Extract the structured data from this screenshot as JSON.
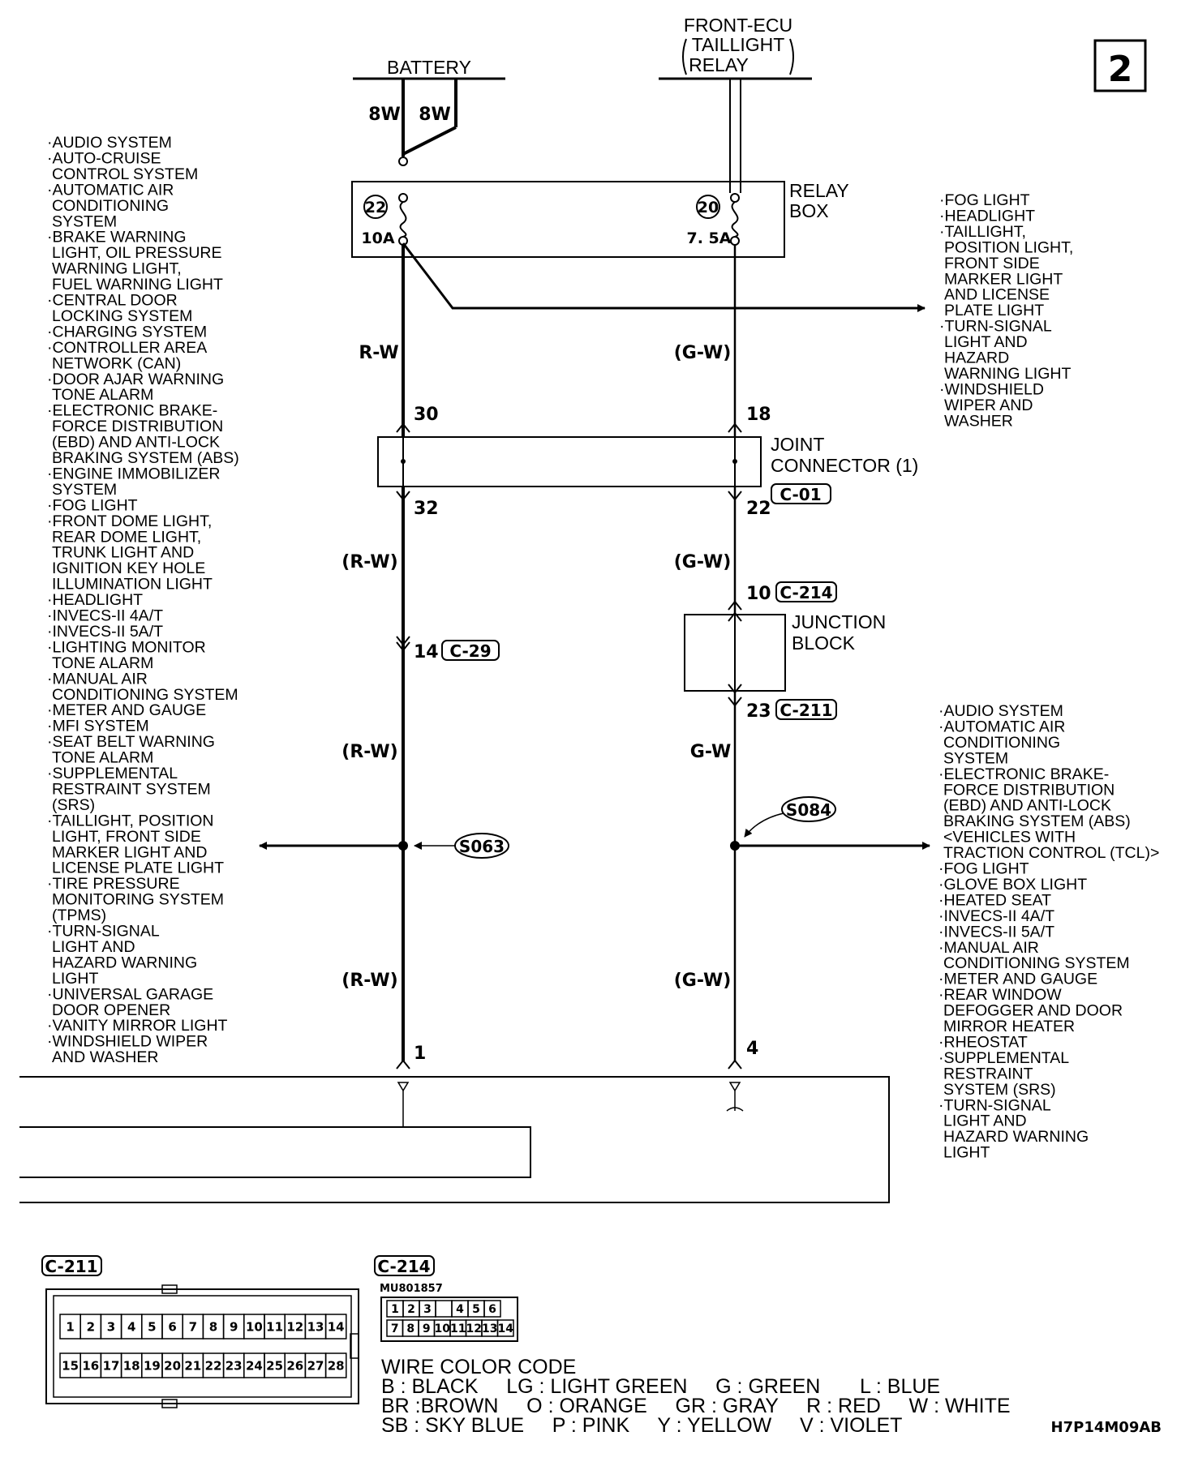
{
  "page_number": "2",
  "sources": {
    "battery": "BATTERY",
    "front_ecu_line1": "FRONT-ECU",
    "front_ecu_line2": "TAILLIGHT",
    "front_ecu_line3": "RELAY"
  },
  "wire_sizes": {
    "left": "8W",
    "right": "8W"
  },
  "relay_box": {
    "label_line1": "RELAY",
    "label_line2": "BOX",
    "fuse_left_number": "22",
    "fuse_left_rating": "10A",
    "fuse_right_number": "20",
    "fuse_right_rating": "7. 5A"
  },
  "wires": {
    "left_1": "R-W",
    "right_1": "(G-W)",
    "left_2": "(R-W)",
    "right_2": "(G-W)",
    "left_3": "(R-W)",
    "right_3": "G-W",
    "left_4": "(R-W)",
    "right_4": "(G-W)"
  },
  "joint_connector": {
    "label_line1": "JOINT",
    "label_line2": "CONNECTOR (1)",
    "connector_id": "C-01",
    "pin_left_in": "30",
    "pin_right_in": "18",
    "pin_left_out": "32",
    "pin_right_out": "22"
  },
  "connectors": {
    "c29_pin": "14",
    "c29_id": "C-29",
    "c214_pin": "10",
    "c214_id": "C-214",
    "c211_pin": "23",
    "c211_id": "C-211"
  },
  "junction_block": {
    "label_line1": "JUNCTION",
    "label_line2": "BLOCK"
  },
  "splices": {
    "left": "S063",
    "right": "S084"
  },
  "bottom_pins": {
    "left": "1",
    "right": "4"
  },
  "left_list": [
    "·AUDIO SYSTEM",
    "·AUTO-CRUISE",
    "  CONTROL SYSTEM",
    "·AUTOMATIC AIR",
    "  CONDITIONING",
    "  SYSTEM",
    "·BRAKE WARNING",
    "  LIGHT, OIL PRESSURE",
    "  WARNING LIGHT,",
    "  FUEL WARNING LIGHT",
    "·CENTRAL DOOR",
    "  LOCKING SYSTEM",
    "·CHARGING SYSTEM",
    "·CONTROLLER AREA",
    "  NETWORK (CAN)",
    "·DOOR AJAR WARNING",
    "  TONE ALARM",
    "·ELECTRONIC BRAKE-",
    "  FORCE DISTRIBUTION",
    "  (EBD) AND ANTI-LOCK",
    "  BRAKING SYSTEM (ABS)",
    "·ENGINE IMMOBILIZER",
    "  SYSTEM",
    "·FOG LIGHT",
    "·FRONT DOME LIGHT,",
    "  REAR DOME LIGHT,",
    "  TRUNK LIGHT AND",
    "  IGNITION KEY HOLE",
    "  ILLUMINATION LIGHT",
    "·HEADLIGHT",
    "·INVECS-II 4A/T",
    "·INVECS-II 5A/T",
    "·LIGHTING MONITOR",
    "  TONE ALARM",
    "·MANUAL AIR",
    "  CONDITIONING SYSTEM",
    "·METER AND GAUGE",
    "·MFI SYSTEM",
    "·SEAT BELT WARNING",
    "  TONE ALARM",
    "·SUPPLEMENTAL",
    "  RESTRAINT SYSTEM",
    "  (SRS)",
    "·TAILLIGHT, POSITION",
    "  LIGHT, FRONT SIDE",
    "  MARKER LIGHT AND",
    "  LICENSE PLATE LIGHT",
    "·TIRE PRESSURE",
    "  MONITORING SYSTEM",
    "  (TPMS)",
    "·TURN-SIGNAL",
    "  LIGHT AND",
    "  HAZARD WARNING",
    "  LIGHT",
    "·UNIVERSAL GARAGE",
    "  DOOR OPENER",
    "·VANITY MIRROR LIGHT",
    "·WINDSHIELD WIPER",
    "  AND WASHER"
  ],
  "right_top_list": [
    "·FOG LIGHT",
    "·HEADLIGHT",
    "·TAILLIGHT,",
    "  POSITION LIGHT,",
    "  FRONT SIDE",
    "  MARKER LIGHT",
    "  AND LICENSE",
    "  PLATE LIGHT",
    "·TURN-SIGNAL",
    "  LIGHT AND",
    "  HAZARD",
    "  WARNING LIGHT",
    "·WINDSHIELD",
    "  WIPER AND",
    "  WASHER"
  ],
  "right_bottom_list": [
    "·AUDIO SYSTEM",
    "·AUTOMATIC AIR",
    "  CONDITIONING",
    "  SYSTEM",
    "·ELECTRONIC BRAKE-",
    "  FORCE DISTRIBUTION",
    "  (EBD) AND ANTI-LOCK",
    "  BRAKING SYSTEM (ABS)",
    "  <VEHICLES WITH",
    "  TRACTION CONTROL (TCL)>",
    "·FOG LIGHT",
    "·GLOVE BOX LIGHT",
    "·HEATED SEAT",
    "·INVECS-II 4A/T",
    "·INVECS-II 5A/T",
    "·MANUAL AIR",
    "  CONDITIONING SYSTEM",
    "·METER AND GAUGE",
    "·REAR WINDOW",
    "  DEFOGGER AND DOOR",
    "  MIRROR HEATER",
    "·RHEOSTAT",
    "·SUPPLEMENTAL",
    "  RESTRAINT",
    "  SYSTEM (SRS)",
    "·TURN-SIGNAL",
    "  LIGHT AND",
    "  HAZARD WARNING",
    "  LIGHT"
  ],
  "c211_view": {
    "id": "C-211",
    "row1": [
      "1",
      "2",
      "3",
      "4",
      "5",
      "6",
      "7",
      "8",
      "9",
      "10",
      "11",
      "12",
      "13",
      "14"
    ],
    "row2": [
      "15",
      "16",
      "17",
      "18",
      "19",
      "20",
      "21",
      "22",
      "23",
      "24",
      "25",
      "26",
      "27",
      "28"
    ]
  },
  "c214_view": {
    "id": "C-214",
    "part_number": "MU801857",
    "row1": [
      "1",
      "2",
      "3",
      "",
      "4",
      "5",
      "6"
    ],
    "row2": [
      "7",
      "8",
      "9",
      "10",
      "11",
      "12",
      "13",
      "14"
    ]
  },
  "wire_color_code": {
    "title": "WIRE COLOR CODE",
    "line1": "B : BLACK     LG : LIGHT GREEN     G : GREEN       L : BLUE",
    "line2": "BR :BROWN     O : ORANGE     GR : GRAY     R : RED     W : WHITE",
    "line3": "SB : SKY BLUE     P : PINK     Y : YELLOW     V : VIOLET"
  },
  "figure_code": "H7P14M09AB"
}
